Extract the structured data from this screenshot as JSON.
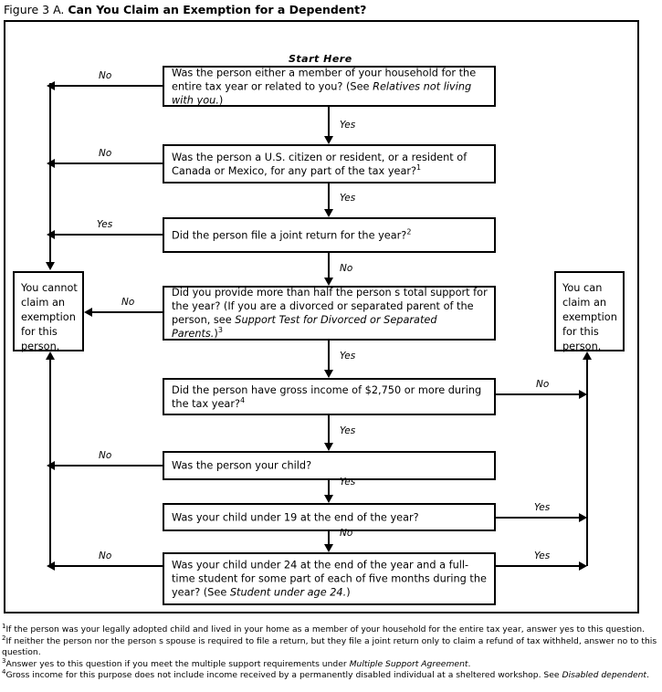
{
  "figure": {
    "label": "Figure 3 A.",
    "title": "Can You Claim an Exemption for a Dependent?"
  },
  "start_label": "Start Here",
  "boxes": {
    "q1": {
      "id": "q1",
      "text_a": "Was the person either a member of your household for the entire tax year or related to you? (See ",
      "italic": "Relatives not living with you.",
      "text_b": ")"
    },
    "q2": {
      "id": "q2",
      "text_a": "Was the person a U.S. citizen or resident, or a resident of Canada or Mexico, for any part of the tax year?",
      "sup": "1"
    },
    "q3": {
      "id": "q3",
      "text_a": "Did the person file a joint return for the year?",
      "sup": "2"
    },
    "q4": {
      "id": "q4",
      "text_a": "Did you provide more than half the person  s total support for the year? (If you are a divorced or separated parent of the person, see ",
      "italic": "Support Test for Divorced or Separated Parents.",
      "text_b": ")",
      "sup": "3"
    },
    "q5": {
      "id": "q5",
      "text_a": "Did the person have gross income of $2,750 or more during the tax year?",
      "sup": "4"
    },
    "q6": {
      "id": "q6",
      "text_a": "Was the person your child?"
    },
    "q7": {
      "id": "q7",
      "text_a": "Was your child under 19 at the end of the year?"
    },
    "q8": {
      "id": "q8",
      "text_a": "Was your child under 24 at the end of the year and a full-time student for some part of each of five months during the year? (See ",
      "italic": "Student under age 24.",
      "text_b": ")"
    },
    "cannot": {
      "id": "cannot",
      "text": "You cannot claim an exemption for this person."
    },
    "can": {
      "id": "can",
      "text": "You can claim an exemption for this person."
    }
  },
  "edge_labels": {
    "q1_no": "No",
    "q1_yes": "Yes",
    "q2_no": "No",
    "q2_yes": "Yes",
    "q3_yes": "Yes",
    "q3_no": "No",
    "q4_no": "No",
    "q4_yes": "Yes",
    "q5_no": "No",
    "q5_yes": "Yes",
    "q6_no": "No",
    "q6_yes": "Yes",
    "q7_yes": "Yes",
    "q7_no": "No",
    "q8_no": "No",
    "q8_yes": "Yes"
  },
  "footnotes": [
    {
      "marker": "1",
      "text_a": "If the person was your legally adopted child and lived in your home as a member of your household for the entire tax year, answer  yes  to this question."
    },
    {
      "marker": "2",
      "text_a": "If neither the person nor the person  s spouse is required to file a return, but they file a joint return only to claim a refund of tax withheld, answer  no  to this question."
    },
    {
      "marker": "3",
      "text_a": "Answer  yes  to this question if you meet the multiple support requirements under ",
      "italic": "Multiple Support Agreement",
      "text_b": "."
    },
    {
      "marker": "4",
      "text_a": "Gross income for this purpose does not include income received by a permanently disabled individual at a sheltered workshop. See ",
      "italic": "Disabled dependent",
      "text_b": "."
    }
  ],
  "colors": {
    "ink": "#000000",
    "paper": "#ffffff"
  }
}
